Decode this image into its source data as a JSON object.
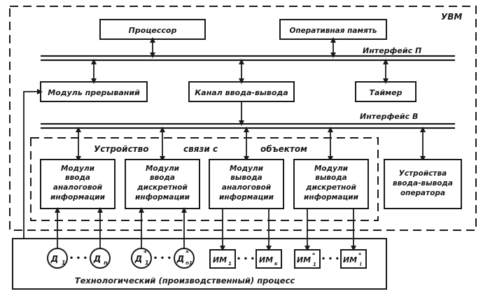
{
  "system": {
    "label": "УВМ"
  },
  "processor": {
    "label": "Процессор"
  },
  "ram": {
    "label": "Оперативная память"
  },
  "interface_a": {
    "label": "Интерфейс П"
  },
  "interrupt_module": {
    "label": "Модуль прерываний"
  },
  "io_channel": {
    "label": "Канал ввода-вывода"
  },
  "timer": {
    "label": "Таймер"
  },
  "interface_b": {
    "label": "Интерфейс В"
  },
  "object_link": {
    "w1": "Устройство",
    "w2": "связи с",
    "w3": "объектом"
  },
  "modules": [
    {
      "lines": [
        "Модули",
        "ввода",
        "аналоговой",
        "информации"
      ]
    },
    {
      "lines": [
        "Модули",
        "ввода",
        "дискретной",
        "информации"
      ]
    },
    {
      "lines": [
        "Модули",
        "вывода",
        "аналоговой",
        "информации"
      ]
    },
    {
      "lines": [
        "Модули",
        "вывода",
        "дискретной",
        "информации"
      ]
    }
  ],
  "operator_io": {
    "lines": [
      "Устройства",
      "ввода-вывода",
      "оператора"
    ]
  },
  "sensors": {
    "analog_first": "Д",
    "analog_first_sub": "1",
    "analog_last": "Д",
    "analog_last_sub": "n",
    "discrete_first": "Д",
    "discrete_first_sup": "*",
    "discrete_first_sub": "1",
    "discrete_last": "Д",
    "discrete_last_sup": "*",
    "discrete_last_sub": "n1",
    "dots": "• • •"
  },
  "actuators": {
    "analog_first": "ИМ",
    "analog_first_sub": "1",
    "analog_last": "ИМ",
    "analog_last_sub": "к",
    "discrete_first": "ИМ",
    "discrete_first_sup": "*",
    "discrete_first_sub": "1",
    "discrete_last": "ИМ",
    "discrete_last_sup": "*",
    "discrete_last_sub": "l",
    "dots": "• • •"
  },
  "process": {
    "label": "Технологический (производственный) процесс"
  }
}
